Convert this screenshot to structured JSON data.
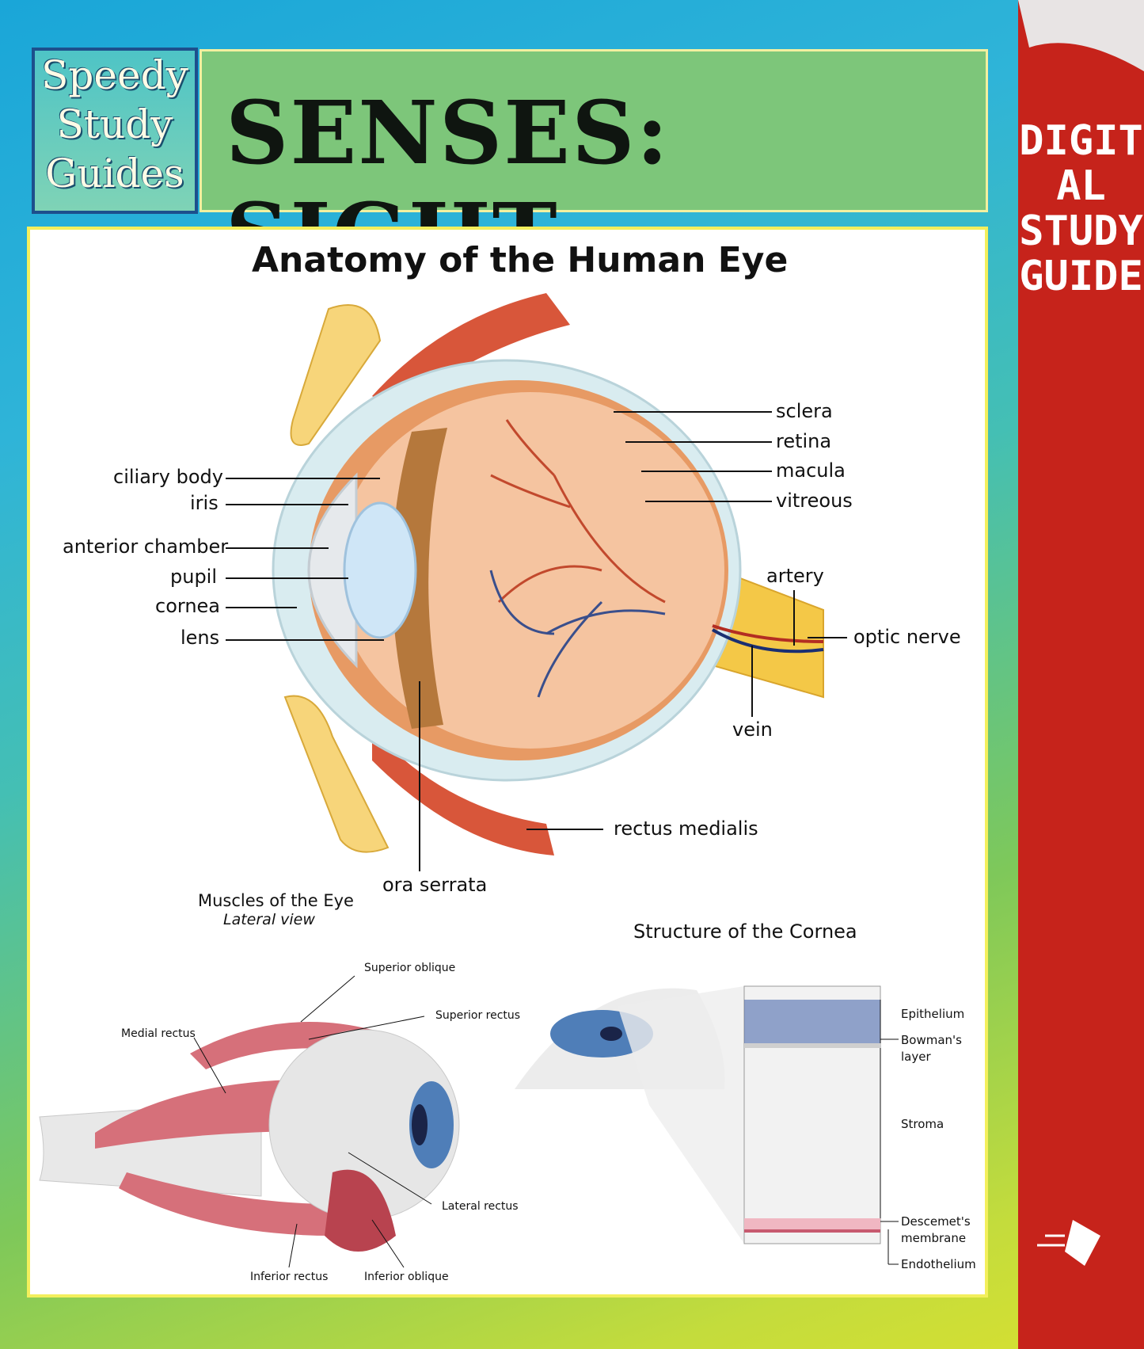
{
  "brand": {
    "line1": "Speedy",
    "line2": "Study",
    "line3": "Guides"
  },
  "title": "SENSES: SIGHT",
  "side_banner": "DIGITAL STUDY GUIDE",
  "logo_icon": "publisher-logo-icon",
  "main_diagram": {
    "title": "Anatomy of the Human Eye",
    "labels": {
      "sclera": "sclera",
      "retina": "retina",
      "macula": "macula",
      "vitreous": "vitreous",
      "ciliary_body": "ciliary body",
      "iris": "iris",
      "anterior_chamber": "anterior chamber",
      "pupil": "pupil",
      "cornea": "cornea",
      "lens": "lens",
      "artery": "artery",
      "optic_nerve": "optic nerve",
      "vein": "vein",
      "rectus_medialis": "rectus medialis",
      "ora_serrata": "ora serrata"
    }
  },
  "muscles_diagram": {
    "title": "Muscles of the Eye",
    "subtitle": "Lateral view",
    "labels": {
      "superior_oblique": "Superior oblique",
      "superior_rectus": "Superior rectus",
      "medial_rectus": "Medial rectus",
      "lateral_rectus": "Lateral rectus",
      "inferior_rectus": "Inferior rectus",
      "inferior_oblique": "Inferior oblique"
    }
  },
  "cornea_diagram": {
    "title": "Structure of the Cornea",
    "labels": {
      "epithelium": "Epithelium",
      "bowmans_line1": "Bowman's",
      "bowmans_line2": "layer",
      "stroma": "Stroma",
      "descemets_line1": "Descemet's",
      "descemets_line2": "membrane",
      "endothelium": "Endothelium"
    }
  }
}
